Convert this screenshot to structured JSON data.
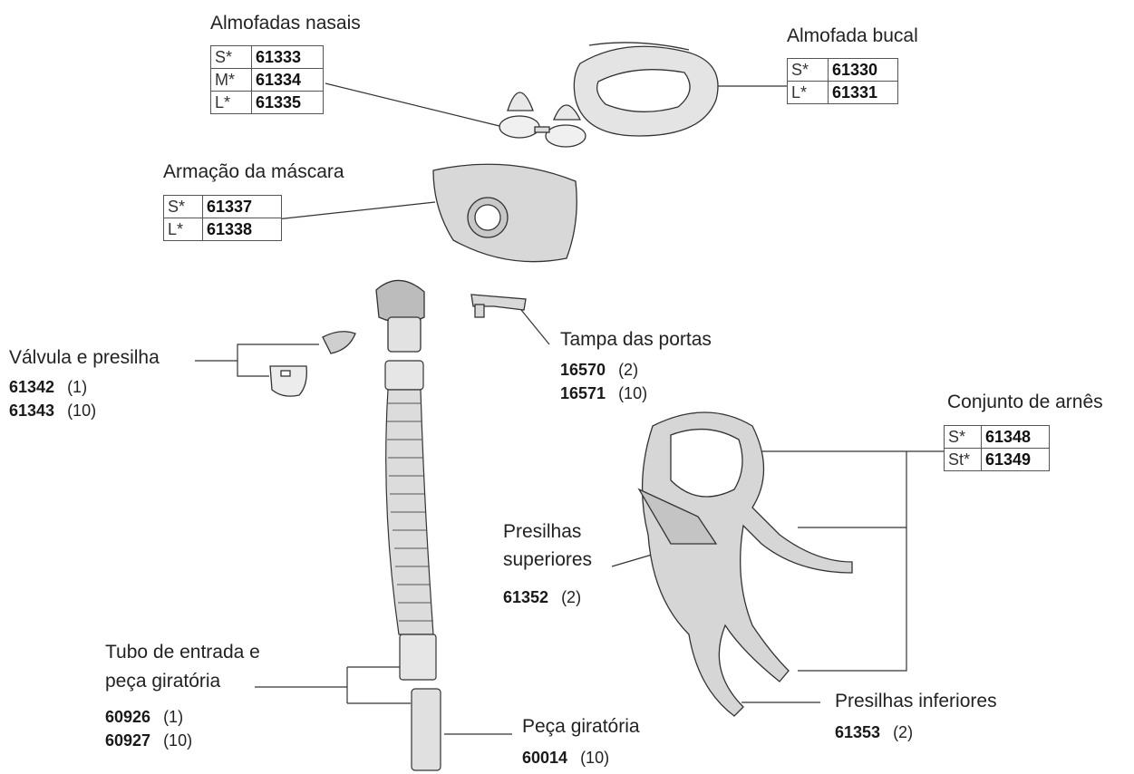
{
  "almofadas_nasais": {
    "title": "Almofadas nasais",
    "rows": [
      {
        "size": "S*",
        "code": "61333"
      },
      {
        "size": "M*",
        "code": "61334"
      },
      {
        "size": "L*",
        "code": "61335"
      }
    ]
  },
  "almofada_bucal": {
    "title": "Almofada bucal",
    "rows": [
      {
        "size": "S*",
        "code": "61330"
      },
      {
        "size": "L*",
        "code": "61331"
      }
    ]
  },
  "armacao": {
    "title": "Armação da máscara",
    "rows": [
      {
        "size": "S*",
        "code": "61337"
      },
      {
        "size": "L*",
        "code": "61338"
      }
    ]
  },
  "valvula": {
    "title": "Válvula e presilha",
    "parts": [
      {
        "code": "61342",
        "qty": "(1)"
      },
      {
        "code": "61343",
        "qty": "(10)"
      }
    ]
  },
  "tampa": {
    "title": "Tampa das portas",
    "parts": [
      {
        "code": "16570",
        "qty": "(2)"
      },
      {
        "code": "16571",
        "qty": "(10)"
      }
    ]
  },
  "arnes": {
    "title": "Conjunto de arnês",
    "rows": [
      {
        "size": "S*",
        "code": "61348"
      },
      {
        "size": "St*",
        "code": "61349"
      }
    ]
  },
  "presilhas_superiores": {
    "title_line1": "Presilhas",
    "title_line2": "superiores",
    "code": "61352",
    "qty": "(2)"
  },
  "tubo": {
    "title_line1": "Tubo de entrada e",
    "title_line2": "peça giratória",
    "parts": [
      {
        "code": "60926",
        "qty": "(1)"
      },
      {
        "code": "60927",
        "qty": "(10)"
      }
    ]
  },
  "peca_giratoria": {
    "title": "Peça giratória",
    "code": "60014",
    "qty": "(10)"
  },
  "presilhas_inferiores": {
    "title": "Presilhas inferiores",
    "code": "61353",
    "qty": "(2)"
  }
}
